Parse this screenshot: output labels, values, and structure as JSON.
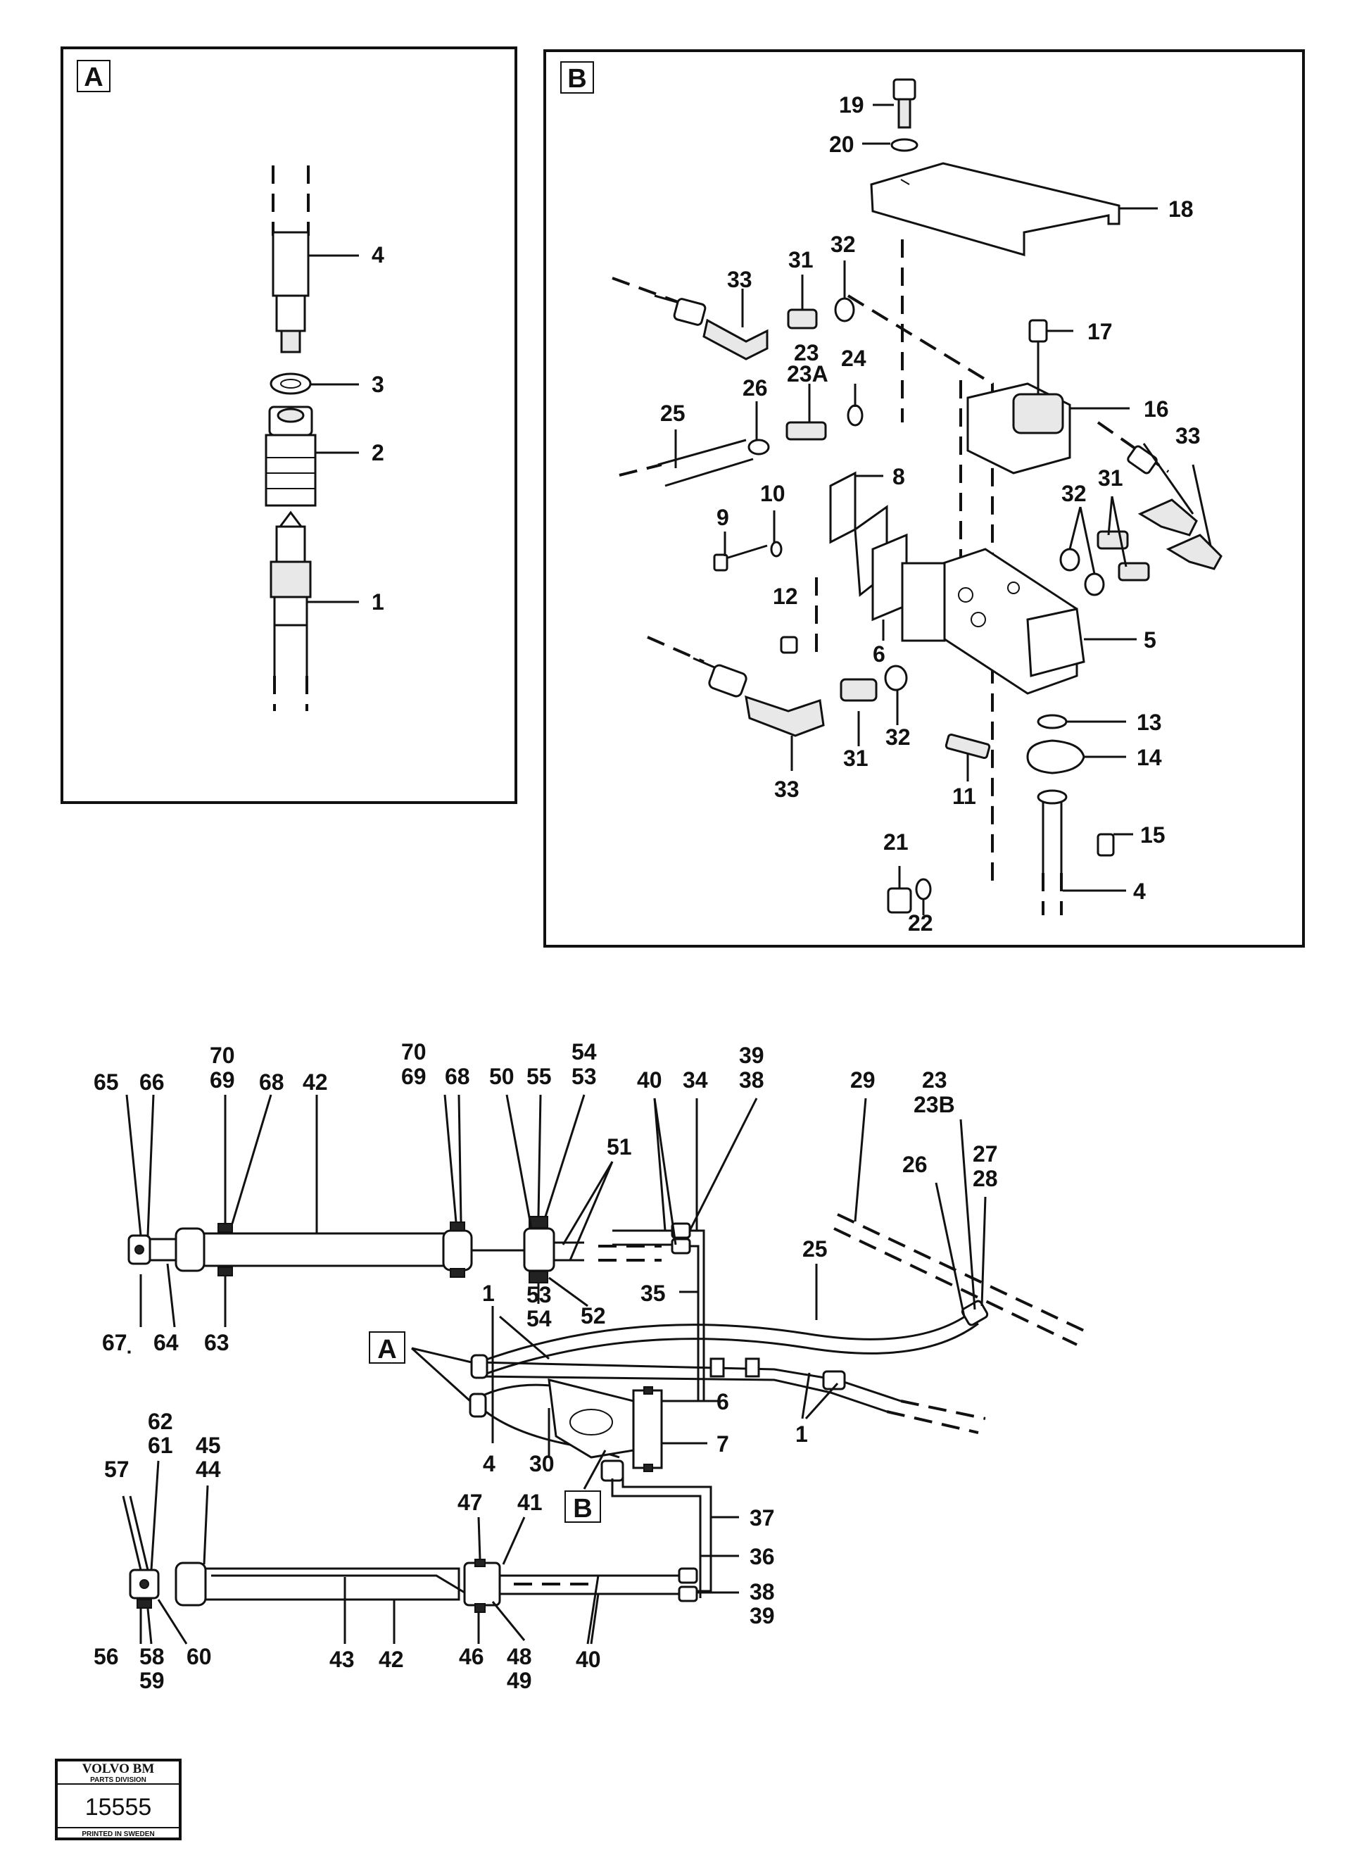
{
  "panels": {
    "a": {
      "tag": "A"
    },
    "b": {
      "tag": "B"
    }
  },
  "labels": {
    "a": [
      "4",
      "3",
      "2",
      "1"
    ],
    "b": [
      "19",
      "20",
      "18",
      "17",
      "16",
      "33",
      "31",
      "32",
      "23",
      "23A",
      "24",
      "26",
      "25",
      "8",
      "10",
      "9",
      "32",
      "31",
      "33",
      "6",
      "12",
      "5",
      "32",
      "31",
      "33",
      "13",
      "14",
      "11",
      "15",
      "21",
      "22",
      "4"
    ],
    "lower": [
      "65",
      "66",
      "70",
      "69",
      "68",
      "42",
      "70",
      "69",
      "68",
      "50",
      "55",
      "54",
      "53",
      "40",
      "34",
      "39",
      "38",
      "29",
      "23",
      "23B",
      "26",
      "27",
      "28",
      "51",
      "25",
      "67",
      "64",
      "63",
      "53",
      "54",
      "52",
      "35",
      "1",
      "A",
      "6",
      "7",
      "4",
      "30",
      "B",
      "1",
      "62",
      "61",
      "45",
      "44",
      "57",
      "47",
      "41",
      "37",
      "36",
      "38",
      "39",
      "56",
      "58",
      "59",
      "60",
      "43",
      "42",
      "46",
      "48",
      "49",
      "40"
    ]
  },
  "footer": {
    "brand": "VOLVO BM",
    "division": "PARTS DIVISION",
    "number": "15555",
    "printed": "PRINTED IN SWEDEN"
  }
}
